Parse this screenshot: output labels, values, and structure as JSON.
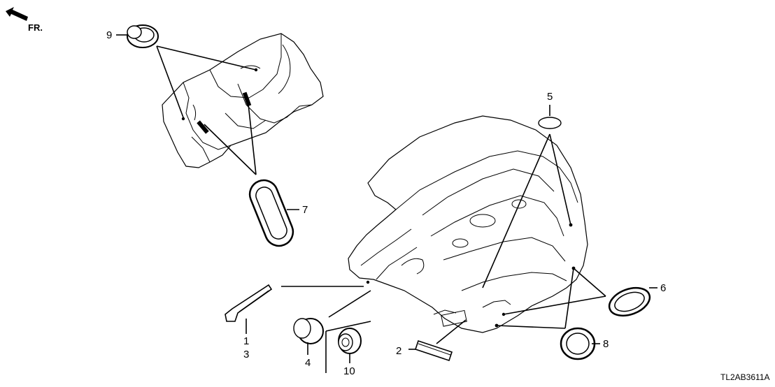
{
  "direction_indicator": {
    "label": "FR.",
    "icon": "arrow-front-icon"
  },
  "diagram_code": "TL2AB3611A",
  "callouts": [
    {
      "id": "1",
      "label": "1"
    },
    {
      "id": "2",
      "label": "2"
    },
    {
      "id": "3",
      "label": "3"
    },
    {
      "id": "4",
      "label": "4"
    },
    {
      "id": "5",
      "label": "5"
    },
    {
      "id": "6",
      "label": "6"
    },
    {
      "id": "7",
      "label": "7"
    },
    {
      "id": "8",
      "label": "8"
    },
    {
      "id": "9",
      "label": "9"
    },
    {
      "id": "10",
      "label": "10"
    }
  ]
}
